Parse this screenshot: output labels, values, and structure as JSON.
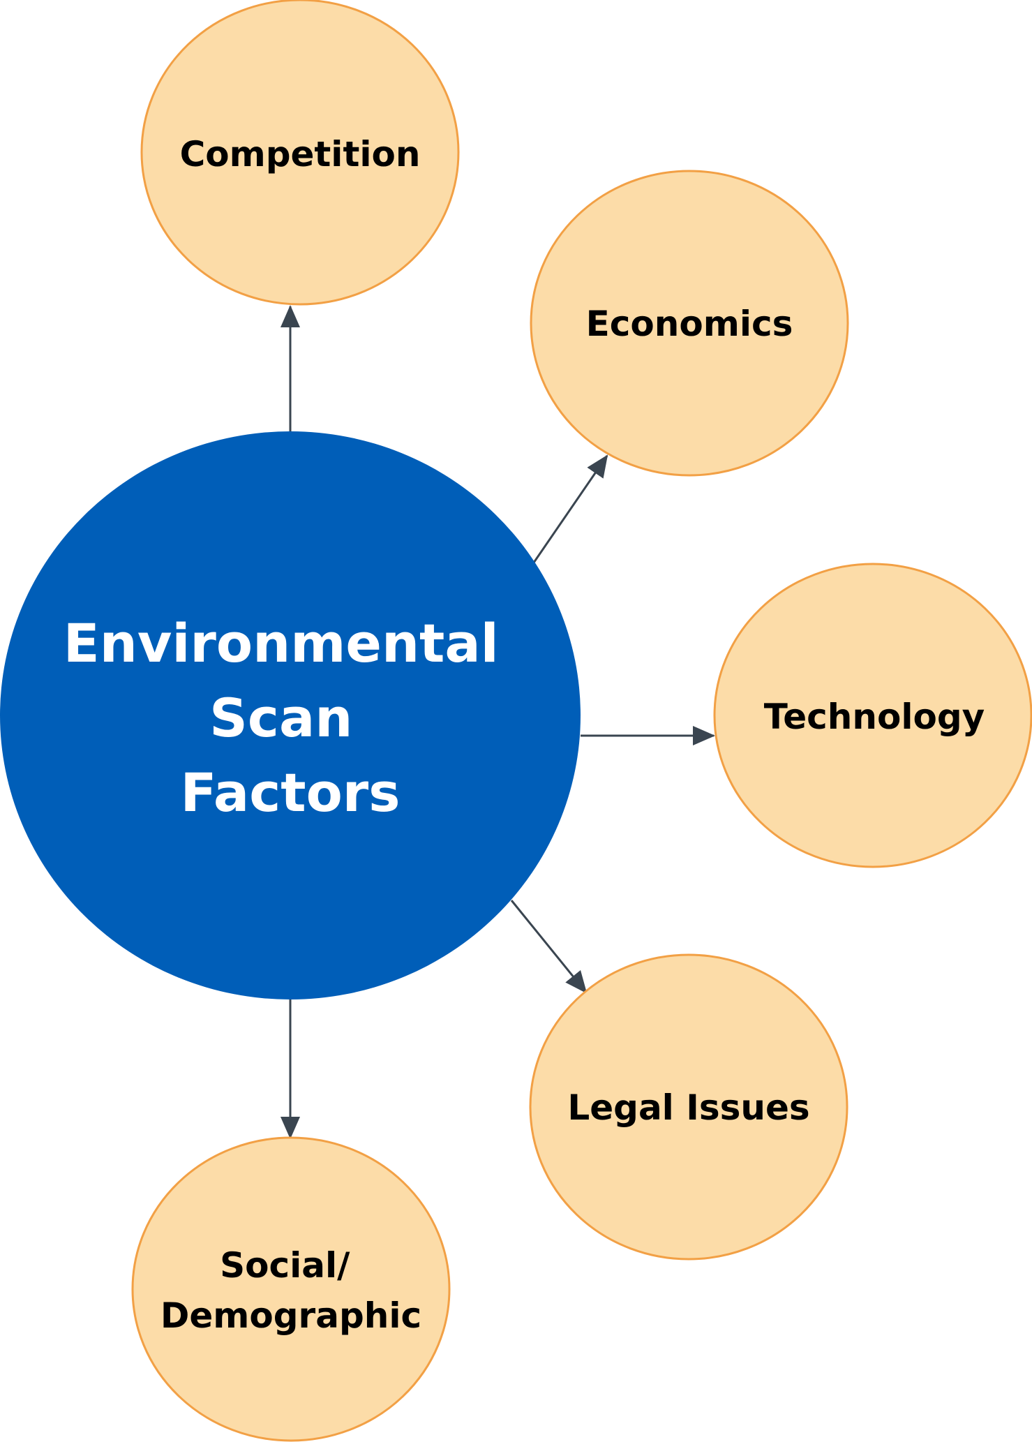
{
  "center": {
    "lines": [
      "Environmental",
      "Scan",
      "Factors"
    ],
    "fill": "#005EB8",
    "text_color": "#FFFFFF"
  },
  "factors": [
    {
      "id": "competition",
      "lines": [
        "Competition"
      ]
    },
    {
      "id": "economics",
      "lines": [
        "Economics"
      ]
    },
    {
      "id": "technology",
      "lines": [
        "Technology"
      ]
    },
    {
      "id": "legal-issues",
      "lines": [
        "Legal Issues"
      ]
    },
    {
      "id": "social-demographic",
      "lines": [
        "Social/",
        "Demographic"
      ]
    }
  ],
  "style": {
    "factor_fill": "#FCDCA8",
    "factor_stroke": "#F2A045",
    "factor_text": "#000000",
    "arrow_color": "#3A4550"
  }
}
